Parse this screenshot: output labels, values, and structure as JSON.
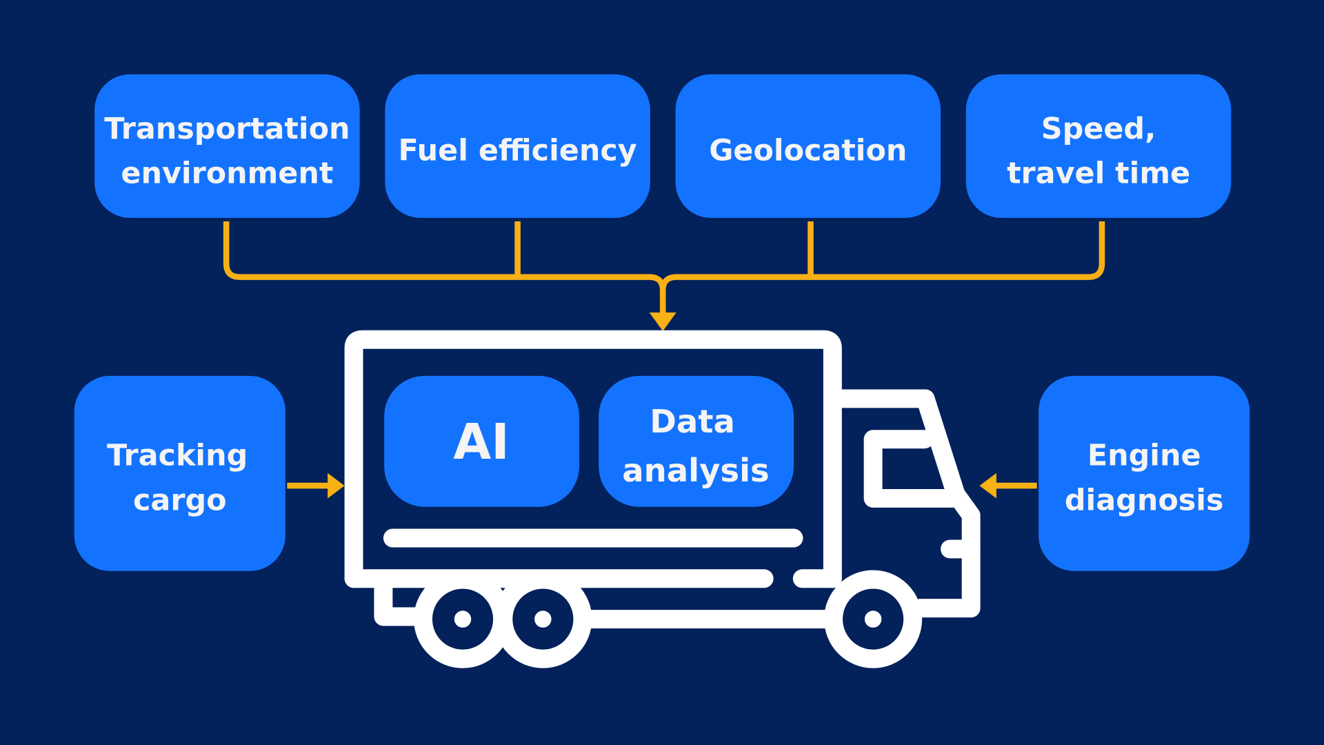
{
  "inputs": [
    {
      "lines": [
        "Transportation",
        "environment"
      ]
    },
    {
      "lines": [
        "Fuel efficiency"
      ]
    },
    {
      "lines": [
        "Geolocation"
      ]
    },
    {
      "lines": [
        "Speed,",
        "travel time"
      ]
    }
  ],
  "left": {
    "lines": [
      "Tracking",
      "cargo"
    ]
  },
  "right": {
    "lines": [
      "Engine",
      "diagnosis"
    ]
  },
  "truck": {
    "ai": "AI",
    "data": [
      "Data",
      "analysis"
    ]
  },
  "colors": {
    "background": "#03215A",
    "box": "#1473FE",
    "connector": "#F7B115"
  }
}
